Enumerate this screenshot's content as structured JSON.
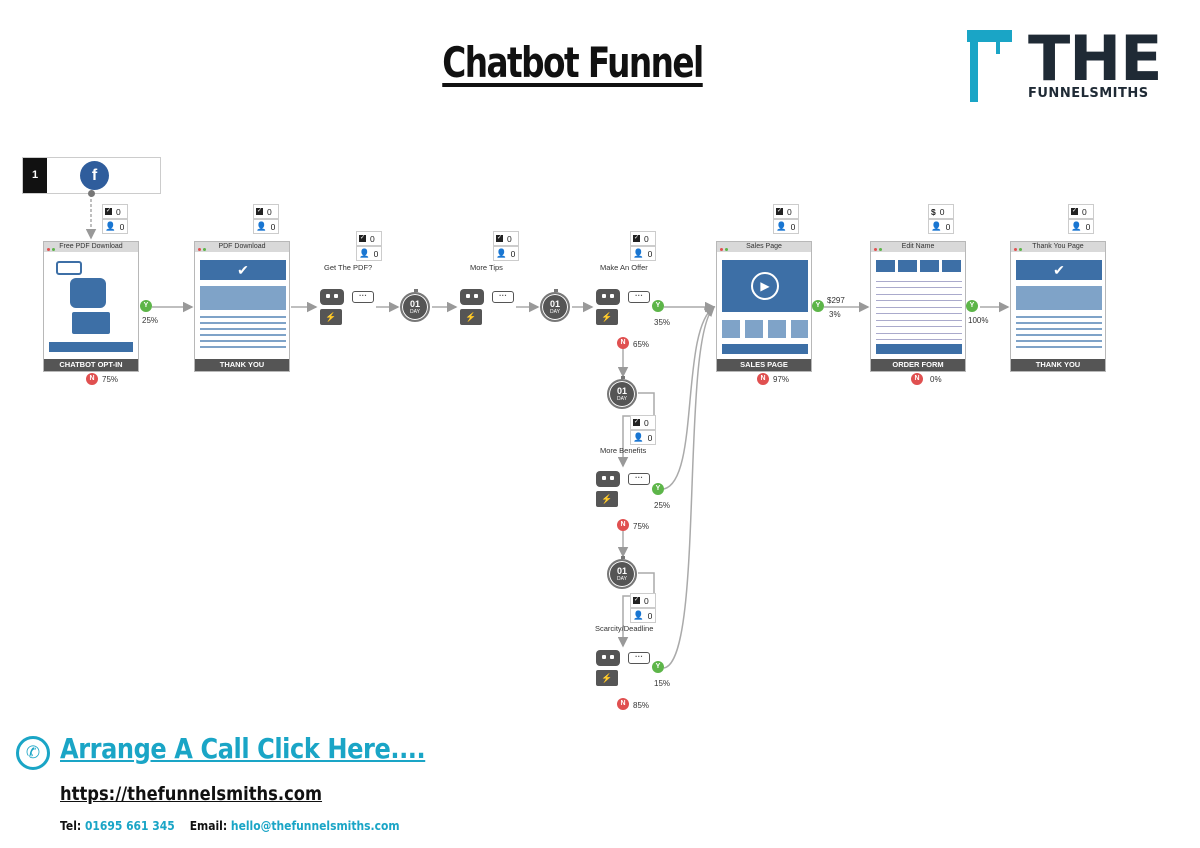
{
  "title": "Chatbot Funnel",
  "logo": {
    "main": "THE",
    "sub": "FUNNELSMITHS",
    "color": "#1aa5c6"
  },
  "source": {
    "number": "1",
    "icon": "facebook-messenger-icon"
  },
  "pages": [
    {
      "top": "Free PDF Download",
      "bottom": "CHATBOT OPT-IN",
      "checks": "0",
      "people": "0"
    },
    {
      "top": "PDF Download",
      "bottom": "THANK YOU",
      "checks": "0",
      "people": "0"
    },
    {
      "top": "Sales Page",
      "bottom": "SALES PAGE",
      "checks": "0",
      "people": "0"
    },
    {
      "top": "Edit Name",
      "bottom": "ORDER FORM",
      "dollars": "0",
      "people": "0"
    },
    {
      "top": "Thank You Page",
      "bottom": "THANK YOU",
      "checks": "0",
      "people": "0"
    }
  ],
  "bots": [
    {
      "label": "Get The PDF?",
      "checks": "0",
      "people": "0"
    },
    {
      "label": "More Tips",
      "checks": "0",
      "people": "0"
    },
    {
      "label": "Make An Offer",
      "checks": "0",
      "people": "0"
    },
    {
      "label": "More Benefits",
      "checks": "0",
      "people": "0"
    },
    {
      "label": "Scarcity/Deadline",
      "checks": "0",
      "people": "0"
    }
  ],
  "timer": {
    "num": "01",
    "unit": "DAY"
  },
  "yes": "Y",
  "no": "N",
  "rates": {
    "optin_yes": "25%",
    "optin_no": "75%",
    "offer_yes": "35%",
    "offer_no": "65%",
    "benefits_yes": "25%",
    "benefits_no": "75%",
    "scarcity_yes": "15%",
    "scarcity_no": "85%",
    "sales_price": "$297",
    "sales_yes": "3%",
    "sales_no": "97%",
    "order_yes": "100%",
    "order_no": "0%"
  },
  "cta": "Arrange A Call Click Here....",
  "url": "https://thefunnelsmiths.com",
  "contact": {
    "tel_label": "Tel:",
    "tel": "01695 661 345",
    "email_label": "Email:",
    "email": "hello@thefunnelsmiths.com"
  }
}
